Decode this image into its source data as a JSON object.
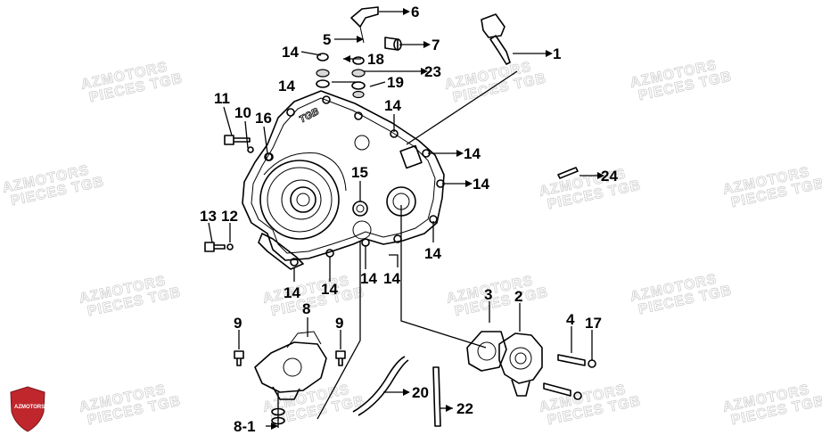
{
  "watermark": {
    "line1": "AZMOTORS",
    "line2": "PIECES TGB"
  },
  "logo": {
    "text": "AZMOTORS",
    "color": "#c0272d"
  },
  "cover_marking": "TGB",
  "callouts": [
    {
      "id": "c1",
      "label": "1"
    },
    {
      "id": "c2",
      "label": "2"
    },
    {
      "id": "c3",
      "label": "3"
    },
    {
      "id": "c4",
      "label": "4"
    },
    {
      "id": "c5",
      "label": "5"
    },
    {
      "id": "c6",
      "label": "6"
    },
    {
      "id": "c7",
      "label": "7"
    },
    {
      "id": "c8",
      "label": "8"
    },
    {
      "id": "c8_1",
      "label": "8-1"
    },
    {
      "id": "c9a",
      "label": "9"
    },
    {
      "id": "c9b",
      "label": "9"
    },
    {
      "id": "c10",
      "label": "10"
    },
    {
      "id": "c11",
      "label": "11"
    },
    {
      "id": "c12",
      "label": "12"
    },
    {
      "id": "c13",
      "label": "13"
    },
    {
      "id": "c14a",
      "label": "14"
    },
    {
      "id": "c14b",
      "label": "14"
    },
    {
      "id": "c14c",
      "label": "14"
    },
    {
      "id": "c14d",
      "label": "14"
    },
    {
      "id": "c14e",
      "label": "14"
    },
    {
      "id": "c14f",
      "label": "14"
    },
    {
      "id": "c14g",
      "label": "14"
    },
    {
      "id": "c14h",
      "label": "14"
    },
    {
      "id": "c14i",
      "label": "14"
    },
    {
      "id": "c14j",
      "label": "14"
    },
    {
      "id": "c14k",
      "label": "14"
    },
    {
      "id": "c15",
      "label": "15"
    },
    {
      "id": "c16",
      "label": "16"
    },
    {
      "id": "c17",
      "label": "17"
    },
    {
      "id": "c18",
      "label": "18"
    },
    {
      "id": "c19",
      "label": "19"
    },
    {
      "id": "c20",
      "label": "20"
    },
    {
      "id": "c22",
      "label": "22"
    },
    {
      "id": "c23",
      "label": "23"
    },
    {
      "id": "c24",
      "label": "24"
    }
  ]
}
